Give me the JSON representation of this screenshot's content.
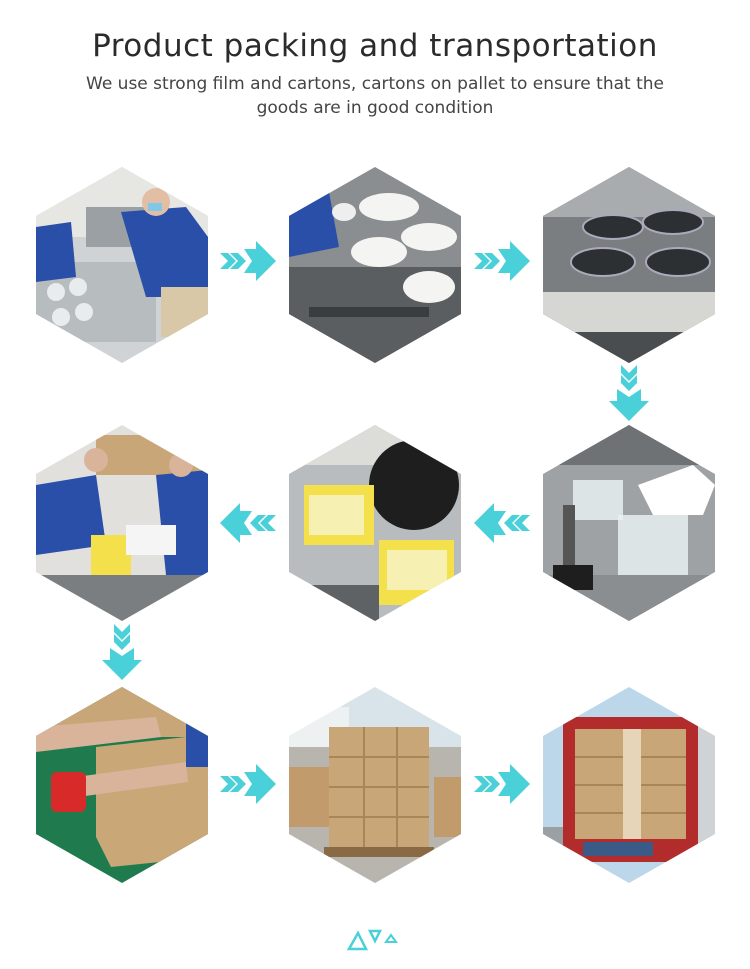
{
  "header": {
    "title": "Product packing and transportation",
    "subtitle": "We use strong film and cartons, cartons on pallet to ensure that the goods are in good condition"
  },
  "colors": {
    "accent": "#49d0d8",
    "worker_uniform": "#2a4fa8",
    "carton": "#c9a678"
  },
  "steps": [
    {
      "scene": "workers-loading-machine"
    },
    {
      "scene": "lids-on-conveyor"
    },
    {
      "scene": "forming-mold"
    },
    {
      "scene": "quality-check-gloves"
    },
    {
      "scene": "packed-bags-on-belt"
    },
    {
      "scene": "workers-bagging"
    },
    {
      "scene": "taping-carton"
    },
    {
      "scene": "cartons-on-pallet"
    },
    {
      "scene": "loaded-container"
    }
  ]
}
